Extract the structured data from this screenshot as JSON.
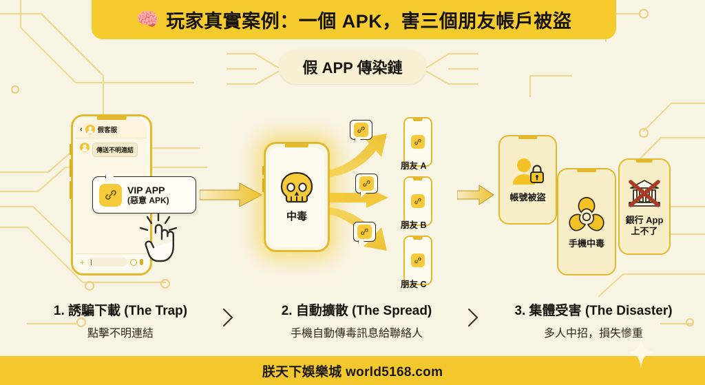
{
  "header": {
    "brain_icon": "brain-emoji",
    "title": "玩家真實案例：一個 APK，害三個朋友帳戶被盜"
  },
  "subtitle": {
    "pill_label": "假 APP 傳染鏈"
  },
  "stage1": {
    "phone": {
      "chat_header_name": "假客服",
      "back_icon": "back-chevron-icon",
      "message_text": "傳送不明連結",
      "input_placeholder": ""
    },
    "callout": {
      "icon": "link-icon",
      "main_label": "VIP APP",
      "sub_label": "(惡意 APK)"
    },
    "cursor_icon": "tap-hand-icon"
  },
  "stage2": {
    "phone": {
      "icon": "skull-icon",
      "label": "中毒"
    },
    "bubbles": [
      {
        "icon": "link-icon"
      },
      {
        "icon": "link-icon"
      },
      {
        "icon": "link-icon"
      }
    ],
    "friends": [
      {
        "icon": "link-icon",
        "label": "朋友 A"
      },
      {
        "icon": "link-icon",
        "label": "朋友 B"
      },
      {
        "icon": "link-icon",
        "label": "朋友 C"
      }
    ]
  },
  "stage3": {
    "phones": [
      {
        "icon": "account-locked-icon",
        "label": "帳號被盜"
      },
      {
        "icon": "biohazard-icon",
        "label": "手機中毒"
      },
      {
        "icon": "bank-blocked-icon",
        "label": "銀行 App\n上不了"
      }
    ],
    "phone3_line1": "銀行 App",
    "phone3_line2": "上不了"
  },
  "captions": [
    {
      "title": "1. 誘騙下載 (The Trap)",
      "subtitle": "點擊不明連結"
    },
    {
      "title": "2. 自動擴散 (The Spread)",
      "subtitle": "手機自動傳毒訊息給聯絡人"
    },
    {
      "title": "3. 集體受害 (The Disaster)",
      "subtitle": "多人中招，損失慘重"
    }
  ],
  "separators": [
    "chevron-right-icon",
    "chevron-right-icon"
  ],
  "footer": {
    "text": "朕天下娛樂城 world5168.com",
    "sparkle_icon": "sparkle-icon"
  },
  "colors": {
    "background": "#f8f4e4",
    "banner_yellow": "#f5cb2e",
    "pill_cream": "#f7f0d2",
    "accent_gold": "#f6ca3b",
    "outline_dark": "#2d2a22",
    "footer_yellow": "#f3c82c",
    "circuit_line": "#ecd98f"
  }
}
